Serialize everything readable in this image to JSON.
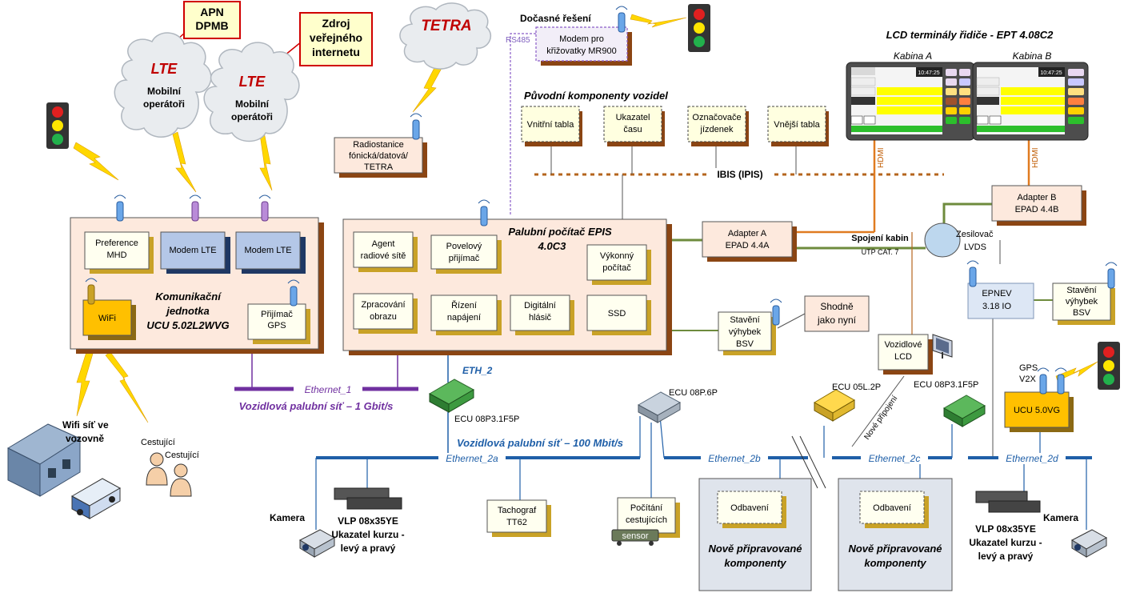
{
  "callouts": {
    "apn": [
      "APN",
      "DPMB"
    ],
    "zdroj": [
      "Zdroj",
      "veřejného",
      "internetu"
    ],
    "shodne": [
      "Shodně",
      "jako nyní"
    ]
  },
  "clouds": {
    "lte1_title": "LTE",
    "lte1_lines": [
      "Mobilní",
      "operátoři"
    ],
    "lte2_title": "LTE",
    "lte2_lines": [
      "Mobilní",
      "operátoři"
    ],
    "tetra": "TETRA"
  },
  "temp": {
    "label": "Dočasné řešení",
    "rs485": "RS485",
    "modem": [
      "Modem pro",
      "křižovatky MR900"
    ]
  },
  "lcd": {
    "title": "LCD terminály řidiče - EPT 4.08C2",
    "cab_a": "Kabina A",
    "cab_b": "Kabina B",
    "hdmi": "HDMI",
    "clock": "10:47:25"
  },
  "original": {
    "title": "Původní komponenty vozidel",
    "items": [
      [
        "Vnitřní tabla"
      ],
      [
        "Ukazatel",
        "času"
      ],
      [
        "Označovače",
        "jízdenek"
      ],
      [
        "Vnější tabla"
      ]
    ],
    "ibis": "IBIS (IPIS)"
  },
  "radio": [
    "Radiostanice",
    "fónická/datová/",
    "TETRA"
  ],
  "ucu": {
    "preference": [
      "Preference",
      "MHD"
    ],
    "modem1": "Modem LTE",
    "modem2": "Modem LTE",
    "wifi": "WiFi",
    "title": [
      "Komunikační",
      "jednotka",
      "UCU 5.02L2WVG"
    ],
    "gps": [
      "Přijímač",
      "GPS"
    ]
  },
  "epis": {
    "title": [
      "Palubní počítač EPIS",
      "4.0C3"
    ],
    "items": {
      "agent": [
        "Agent",
        "radiové sítě"
      ],
      "povel": [
        "Povelový",
        "přijímač"
      ],
      "vykon": [
        "Výkonný",
        "počítač"
      ],
      "zprac": [
        "Zpracování",
        "obrazu"
      ],
      "rizeni": [
        "Řízení",
        "napájení"
      ],
      "hlasic": [
        "Digitální",
        "hlásič"
      ],
      "ssd": [
        "SSD"
      ]
    }
  },
  "adapter_a": [
    "Adapter A",
    "EPAD 4.4A"
  ],
  "adapter_b": [
    "Adapter B",
    "EPAD 4.4B"
  ],
  "spojeni": "Spojení kabin",
  "utp": "UTP CAT. 7",
  "zesilovac": [
    "Zesilovač",
    "LVDS"
  ],
  "epnev": [
    "EPNEV",
    "3.18 IO"
  ],
  "staveni1": [
    "Stavění",
    "výhybek",
    "BSV"
  ],
  "staveni2": [
    "Stavění",
    "výhybek",
    "BSV"
  ],
  "vozidlove_lcd": [
    "Vozidlové",
    "LCD"
  ],
  "ethernet1": "Ethernet_1",
  "gbit": "Vozidlová palubní síť – 1 Gbit/s",
  "eth2": "ETH_2",
  "ecu1": "ECU 08P3.1F5P",
  "ecu2": "ECU 08P.6P",
  "ecu3": "ECU 05L.2P",
  "ecu4": "ECU 08P3.1F5P",
  "nove_pripojeni": "Nové připojení",
  "mbit": "Vozidlová palubní síť – 100 Mbit/s",
  "eth2a": "Ethernet_2a",
  "eth2b": "Ethernet_2b",
  "eth2c": "Ethernet_2c",
  "eth2d": "Ethernet_2d",
  "gps_v2x": [
    "GPS",
    "V2X"
  ],
  "ucu5": "UCU 5.0VG",
  "wifi_net": [
    "Wifi síť ve",
    "vozovně"
  ],
  "cestujici1": "Cestující",
  "cestujici2": "Cestující",
  "kamera1": "Kamera",
  "kamera2": "Kamera",
  "vlp1": [
    "VLP 08x35YE",
    "Ukazatel kurzu -",
    "levý a pravý"
  ],
  "vlp2": [
    "VLP 08x35YE",
    "Ukazatel kurzu -",
    "levý a pravý"
  ],
  "tachograf": [
    "Tachograf",
    "TT62"
  ],
  "pocitani": [
    "Počítání",
    "cestujících"
  ],
  "sensor": "sensor",
  "new1": {
    "odbaveni": "Odbavení",
    "title": [
      "Nově připravované",
      "komponenty"
    ]
  },
  "new2": {
    "odbaveni": "Odbavení",
    "title": [
      "Nově připravované",
      "komponenty"
    ]
  }
}
